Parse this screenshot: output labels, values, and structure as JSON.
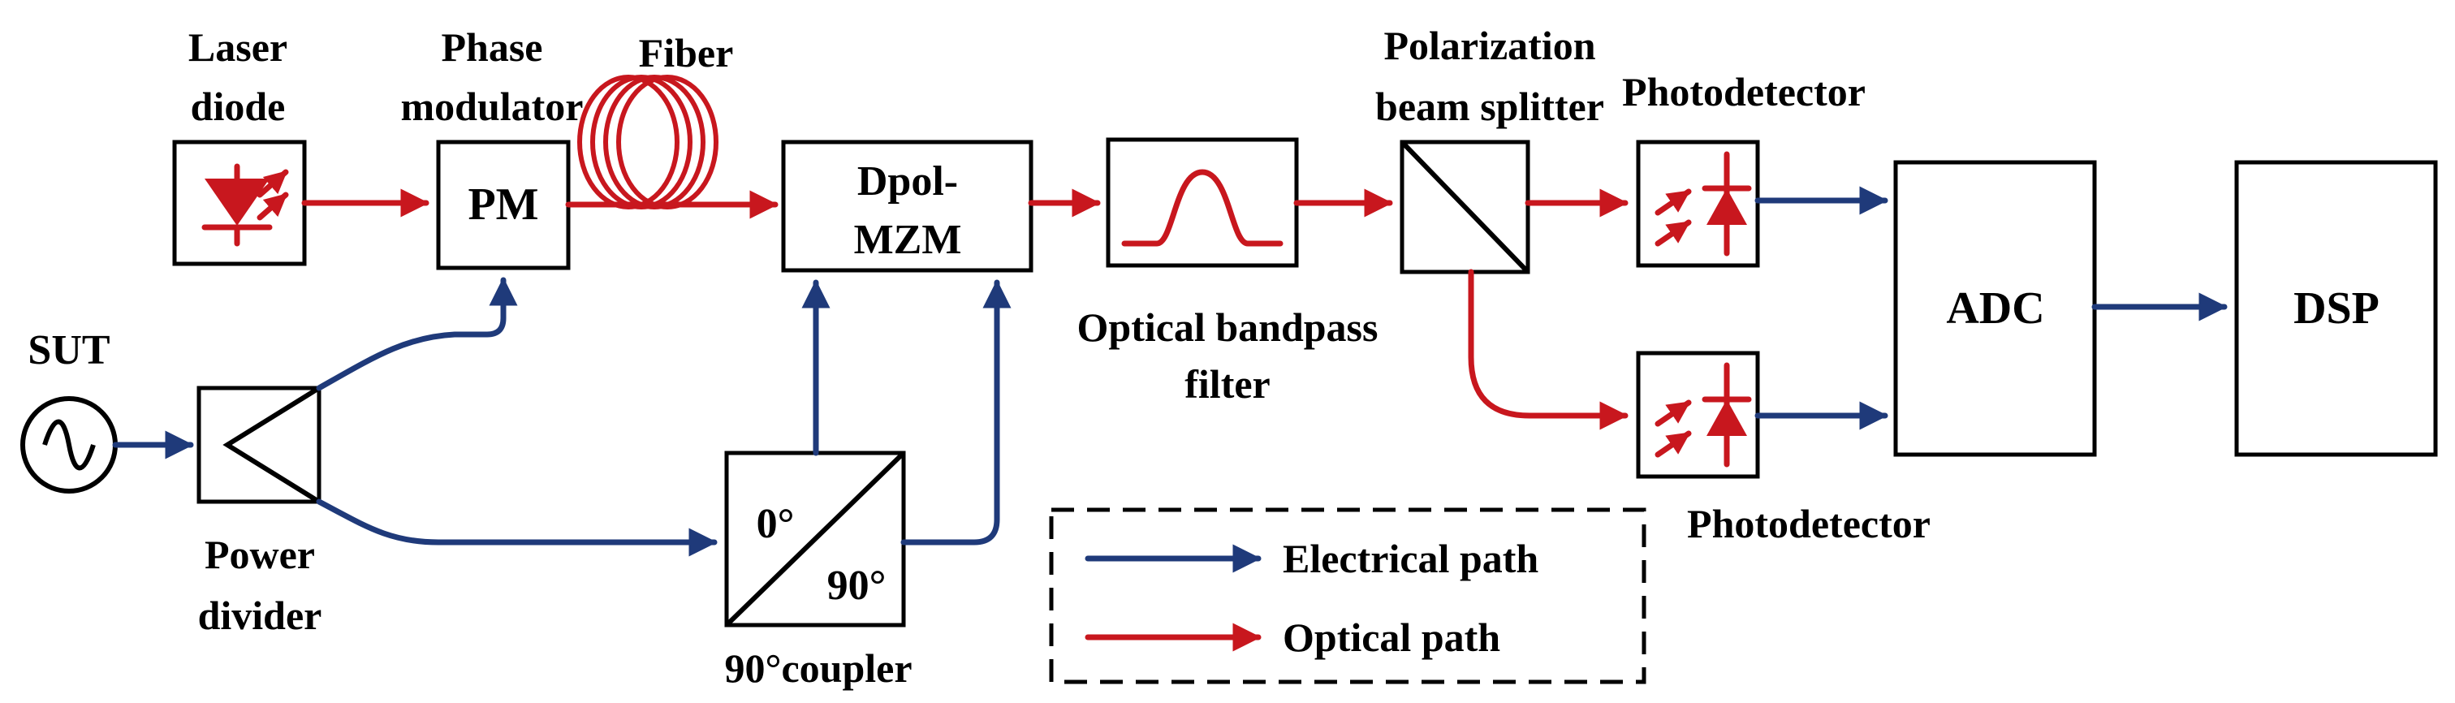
{
  "labels": {
    "laser_l1": "Laser",
    "laser_l2": "diode",
    "phase_l1": "Phase",
    "phase_l2": "modulator",
    "fiber": "Fiber",
    "pm": "PM",
    "dpol_l1": "Dpol-",
    "dpol_l2": "MZM",
    "obf_l1": "Optical bandpass",
    "obf_l2": "filter",
    "pbs_l1": "Polarization",
    "pbs_l2": "beam splitter",
    "pd_top": "Photodetector",
    "pd_bottom": "Photodetector",
    "adc": "ADC",
    "dsp": "DSP",
    "sut": "SUT",
    "pdiv_l1": "Power",
    "pdiv_l2": "divider",
    "coupler_0": "0°",
    "coupler_90": "90°",
    "coupler_label": "90°coupler"
  },
  "legend": {
    "electrical": "Electrical path",
    "optical": "Optical path"
  },
  "colors": {
    "electrical": "#1f3a7a",
    "optical": "#c8171e"
  }
}
